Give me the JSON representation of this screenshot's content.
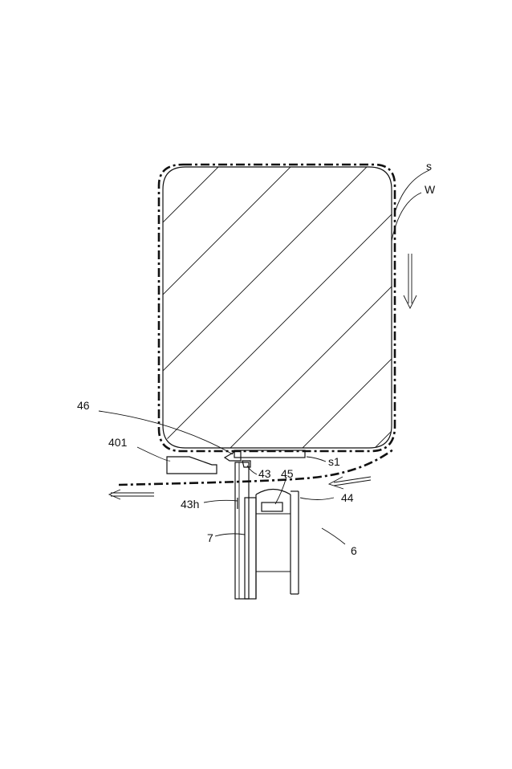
{
  "figure": {
    "colors": {
      "ink": "#111111",
      "background": "#ffffff"
    },
    "labels": {
      "s": "s",
      "W": "W",
      "l46": "46",
      "l401": "401",
      "s1": "s1",
      "l43": "43",
      "l45": "45",
      "l44": "44",
      "l43h": "43h",
      "l7": "7",
      "l6": "6"
    }
  }
}
